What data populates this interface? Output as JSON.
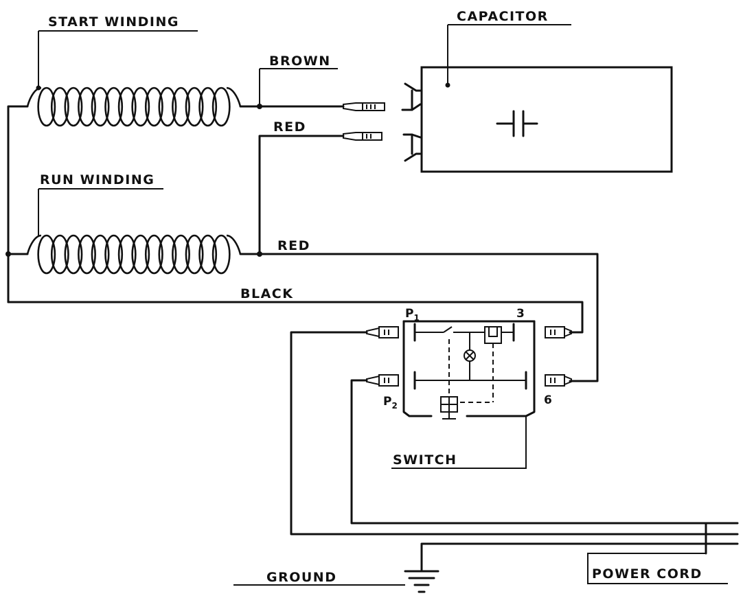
{
  "labels": {
    "start_winding": "START  WINDING",
    "run_winding": "RUN  WINDING",
    "capacitor": "CAPACITOR",
    "brown": "BROWN",
    "red_top": "RED",
    "red_mid": "RED",
    "black": "BLACK",
    "switch": "SWITCH",
    "ground": "GROUND",
    "power_cord": "POWER  CORD"
  },
  "terminals": {
    "p1": "P",
    "p1_sub": "1",
    "p2": "P",
    "p2_sub": "2",
    "t3": "3",
    "t6": "6"
  }
}
